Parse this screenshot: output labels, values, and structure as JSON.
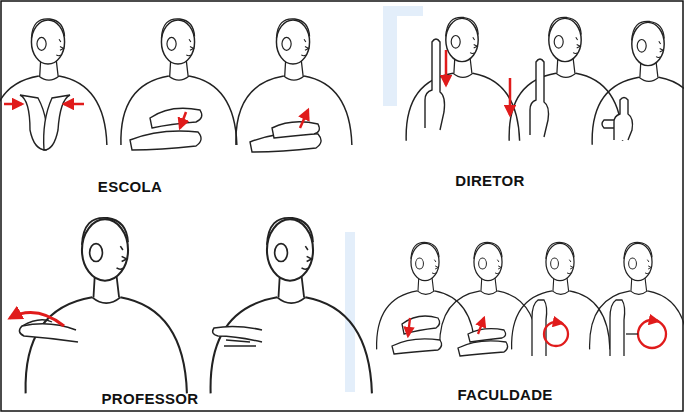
{
  "diagram": {
    "labels": [
      "ESCOLA",
      "DIRETOR",
      "PROFESSOR",
      "FACULDADE"
    ]
  }
}
